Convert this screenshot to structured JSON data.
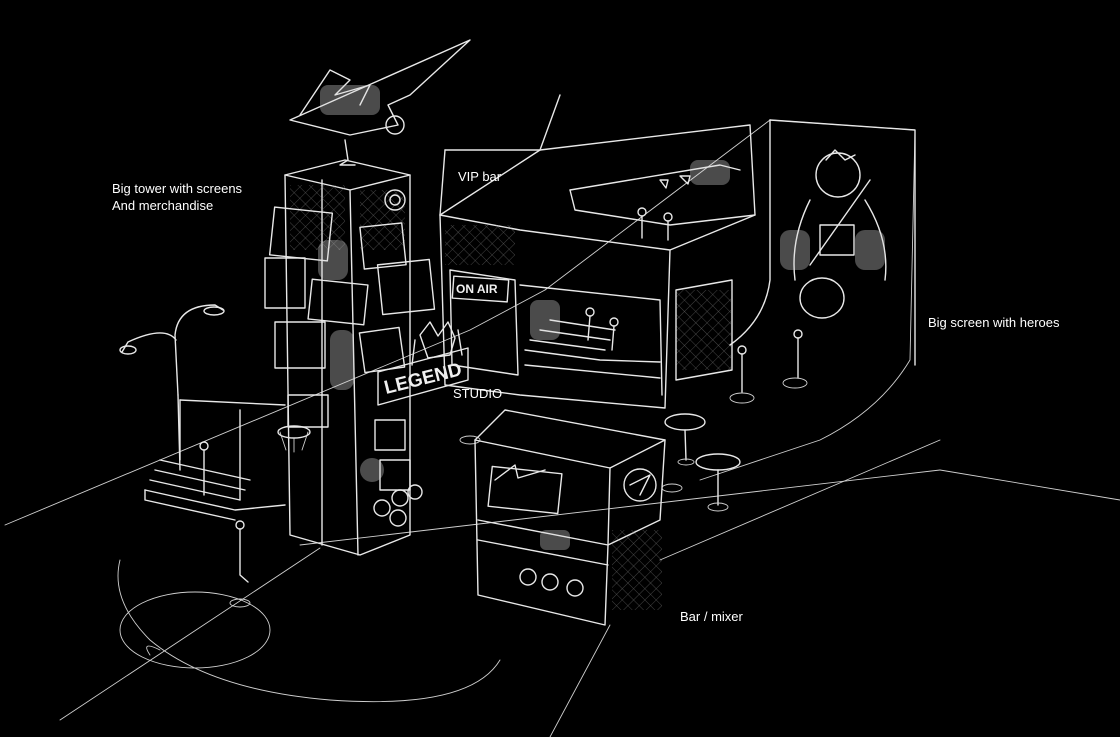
{
  "labels": {
    "tower_line1": "Big tower with screens",
    "tower_line2": "And merchandise",
    "vip": "VIP bar",
    "heroes": "Big screen with heroes",
    "studio": "STUDIO",
    "bar": "Bar / mixer"
  },
  "signs": {
    "on_air": "ON AIR",
    "legend": "LEGEND"
  },
  "colors": {
    "background": "#000000",
    "line": "#e8e8e8",
    "text": "#ffffff"
  }
}
